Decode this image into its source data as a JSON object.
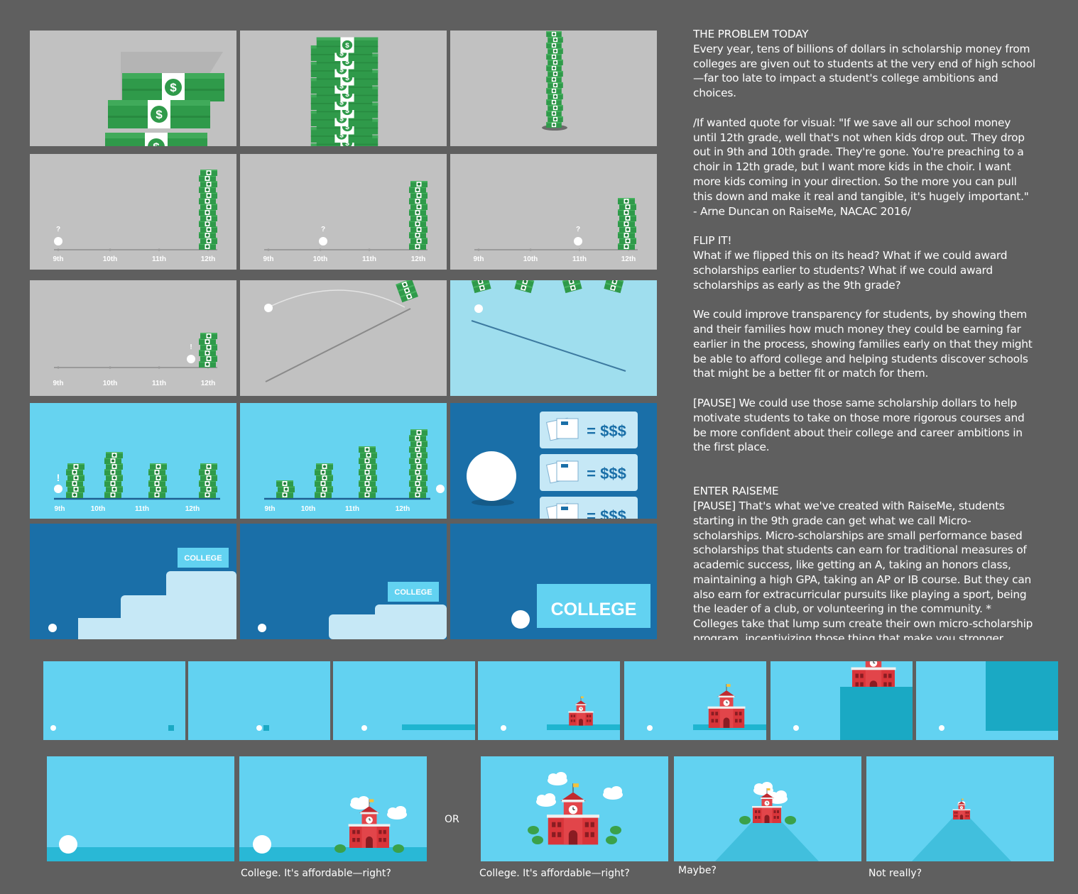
{
  "panels": {
    "ticks": [
      "9th",
      "10th",
      "11th",
      "12th"
    ],
    "question": "?",
    "exclaim": "!",
    "money_sign": "$",
    "college_label": "COLLEGE",
    "price_label": "= $$$"
  },
  "script": {
    "heading_problem": "THE PROBLEM TODAY",
    "problem": "Every year, tens of billions of dollars in scholarship money from colleges are given out to students at the very end of high school—far too late to impact a student's college ambitions and choices.",
    "quote": "/If wanted quote for visual: \"If we save all our school money until 12th grade, well that's not when kids drop out. They drop out in 9th and 10th grade. They're gone. You're preaching to a choir in 12th grade, but I want more kids in the choir. I want more kids coming in your direction. So the more you can pull this down and make it real and tangible, it's hugely important.\"  - Arne Duncan on RaiseMe, NACAC 2016/",
    "heading_flip": "FLIP IT!",
    "flip": "What if we flipped this on its head? What if we could award scholarships earlier to students? What if we could award scholarships as early as the 9th grade?",
    "transparency": "We could improve transparency for students, by showing them and their families how much money they could be earning far earlier in the process, showing families early on that they might be able to afford college and helping students discover schools that might be a better fit or match for them.",
    "pause": "[PAUSE] We could use those same scholarship dollars to help motivate students to take on those more rigorous courses and be more confident about their college and career ambitions in the first place.",
    "heading_enter": "ENTER RAISEME",
    "enter": "[PAUSE] That's what we've created with RaiseMe, students starting in the 9th grade can get what we call Micro-scholarships. Micro-scholarships are small performance based scholarships that students can earn for traditional measures of academic success, like getting an A, taking an honors class, maintaining a high GPA, taking an AP or IB course. But they can also earn for extracurricular pursuits like playing a sport, being the leader of a club, or volunteering in the community. * Colleges take that lump sum create their own micro-scholarship program, incentivizing those thing that make you stronger applicants. Breadcrumbs"
  },
  "captions": {
    "affordable_1": "College. It's affordable—right?",
    "or": "OR",
    "affordable_2": "College. It's affordable—right?",
    "maybe": "Maybe?",
    "not_really": "Not really?"
  },
  "colors": {
    "background": "#5f5f5f",
    "panel_gray": "#c1c1c1",
    "panel_light_blue": "#9fdeee",
    "panel_cyan": "#66d3f0",
    "panel_navy": "#1a6fa8",
    "money_green": "#2f9a4a",
    "school_red": "#d9353a"
  }
}
